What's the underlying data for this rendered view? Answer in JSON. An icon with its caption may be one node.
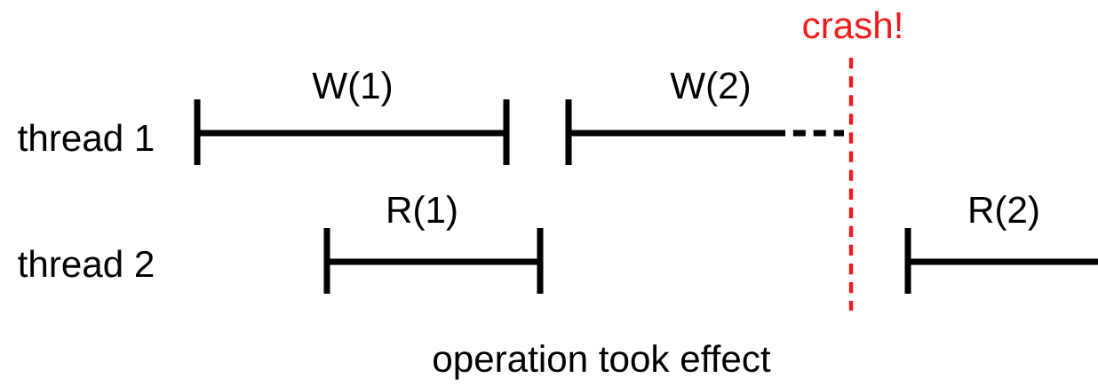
{
  "diagram": {
    "labels": [
      "crash!",
      "W(1)",
      "W(2)",
      "thread 1",
      "R(1)",
      "R(2)",
      "thread 2",
      "operation took effect"
    ]
  }
}
